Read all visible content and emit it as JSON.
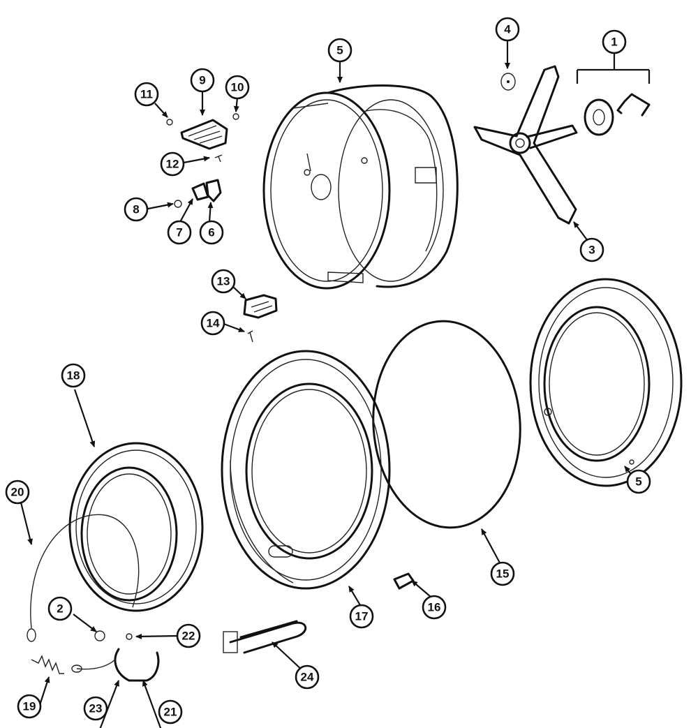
{
  "callouts": [
    {
      "id": "c1",
      "label": "1"
    },
    {
      "id": "c2",
      "label": "2"
    },
    {
      "id": "c3",
      "label": "3"
    },
    {
      "id": "c4",
      "label": "4"
    },
    {
      "id": "c5a",
      "label": "5"
    },
    {
      "id": "c5b",
      "label": "5"
    },
    {
      "id": "c6",
      "label": "6"
    },
    {
      "id": "c7",
      "label": "7"
    },
    {
      "id": "c8",
      "label": "8"
    },
    {
      "id": "c9",
      "label": "9"
    },
    {
      "id": "c10",
      "label": "10"
    },
    {
      "id": "c11",
      "label": "11"
    },
    {
      "id": "c12",
      "label": "12"
    },
    {
      "id": "c13",
      "label": "13"
    },
    {
      "id": "c14",
      "label": "14"
    },
    {
      "id": "c15",
      "label": "15"
    },
    {
      "id": "c16",
      "label": "16"
    },
    {
      "id": "c17",
      "label": "17"
    },
    {
      "id": "c18",
      "label": "18"
    },
    {
      "id": "c19",
      "label": "19"
    },
    {
      "id": "c20",
      "label": "20"
    },
    {
      "id": "c21",
      "label": "21"
    },
    {
      "id": "c22",
      "label": "22"
    },
    {
      "id": "c23",
      "label": "23"
    },
    {
      "id": "c24",
      "label": "24"
    }
  ]
}
